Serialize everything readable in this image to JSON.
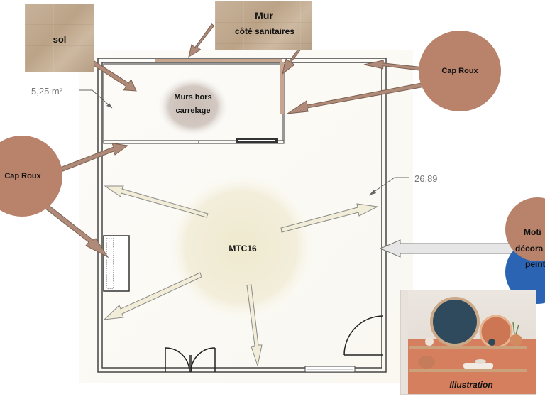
{
  "labels": {
    "sol": "sol",
    "mur_line1": "Mur",
    "mur_line2": "côté sanitaires",
    "cap_roux_right": "Cap Roux",
    "cap_roux_left": "Cap Roux",
    "murs_hors_line1": "Murs hors",
    "murs_hors_line2": "carrelage",
    "area_small": "5,25 m²",
    "area_main": "26,89",
    "room_code": "MTC16",
    "motif_line1": "Moti",
    "motif_line2": "décora",
    "motif_line3": "peint",
    "illustration": "Illustration"
  },
  "colors": {
    "cap_roux": "#b8826b",
    "beige_zone": "#ccc2bb",
    "mtc16": "#f1ecd4",
    "blue": "#2a64b3",
    "arrow_brown": "#b08a78",
    "arrow_cream": "#f2edd8",
    "wall_accent": "#c8a58f"
  }
}
